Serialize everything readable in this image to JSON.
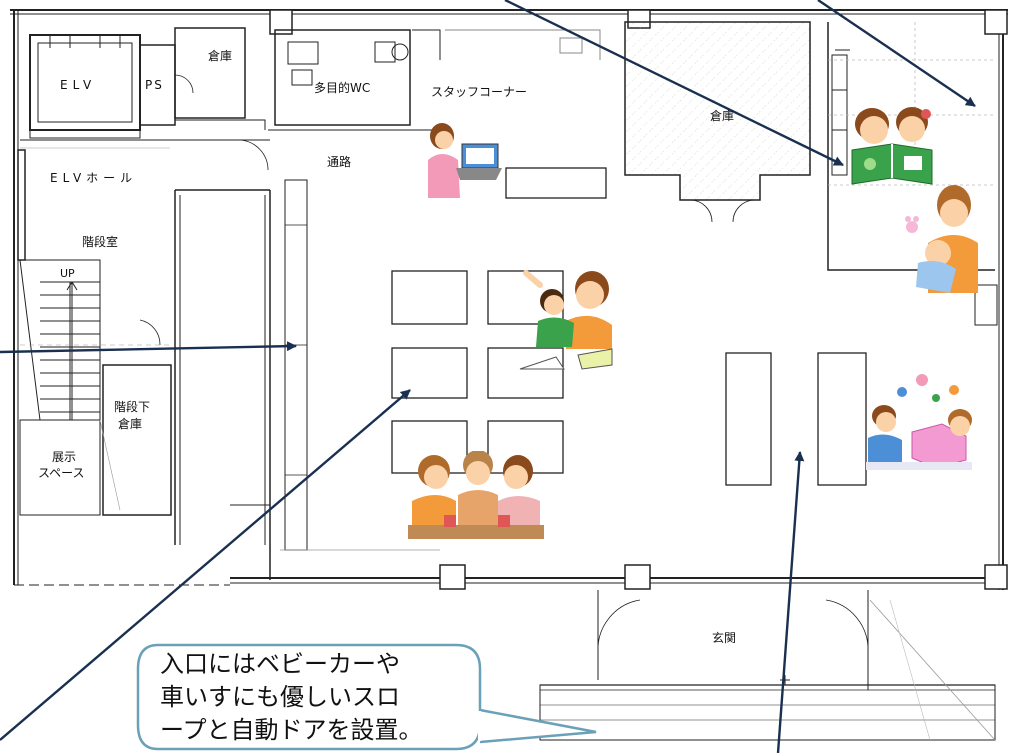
{
  "rooms": {
    "elv": "ELV",
    "ps": "PS",
    "storage_top_left": "倉庫",
    "toilet": "多目的WC",
    "staff_corner": "スタッフコーナー",
    "storage_center": "倉庫",
    "elv_hall": "ELVホール",
    "passage": "通路",
    "stairwell": "階段室",
    "up": "UP",
    "under_stairs_storage_1": "階段下",
    "under_stairs_storage_2": "倉庫",
    "exhibit_space_1": "展示",
    "exhibit_space_2": "スペース",
    "entrance": "玄関"
  },
  "callout": {
    "lines": [
      "入口にはベビーカーや",
      "車いすにも優しいスロ",
      "ープと自動ドアを設置。"
    ]
  },
  "colors": {
    "line": "#222222",
    "hatch": "#bbbbbb",
    "arrow": "#1a3050",
    "callout_border": "#6aa0b8",
    "skin": "#fbd2a8",
    "hair_brown": "#8a4a1c",
    "pink": "#f29ab8",
    "orange": "#f39a3a",
    "green": "#3aa24a",
    "blue": "#4d8fd6"
  }
}
